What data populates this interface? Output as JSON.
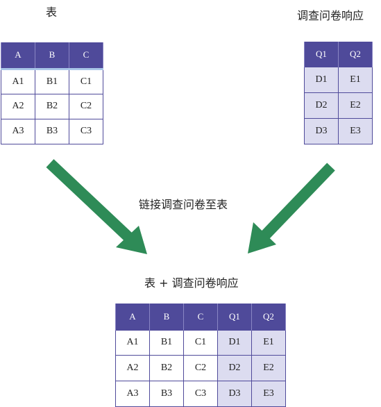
{
  "labels": {
    "table": "表",
    "survey": "调查问卷响应",
    "link": "链接调查问卷至表",
    "result": "表 + 调查问卷响应"
  },
  "table_a": {
    "headers": [
      "A",
      "B",
      "C"
    ],
    "rows": [
      [
        "A1",
        "B1",
        "C1"
      ],
      [
        "A2",
        "B2",
        "C2"
      ],
      [
        "A3",
        "B3",
        "C3"
      ]
    ]
  },
  "table_q": {
    "headers": [
      "Q1",
      "Q2"
    ],
    "rows": [
      [
        "D1",
        "E1"
      ],
      [
        "D2",
        "E2"
      ],
      [
        "D3",
        "E3"
      ]
    ]
  },
  "table_merged": {
    "headers": [
      "A",
      "B",
      "C",
      "Q1",
      "Q2"
    ],
    "rows": [
      [
        "A1",
        "B1",
        "C1",
        "D1",
        "E1"
      ],
      [
        "A2",
        "B2",
        "C2",
        "D2",
        "E2"
      ],
      [
        "A3",
        "B3",
        "C3",
        "D3",
        "E3"
      ]
    ]
  },
  "colors": {
    "header_fill": "#4f4a9a",
    "response_fill": "#dcdcf0",
    "arrow": "#2e8b57"
  }
}
